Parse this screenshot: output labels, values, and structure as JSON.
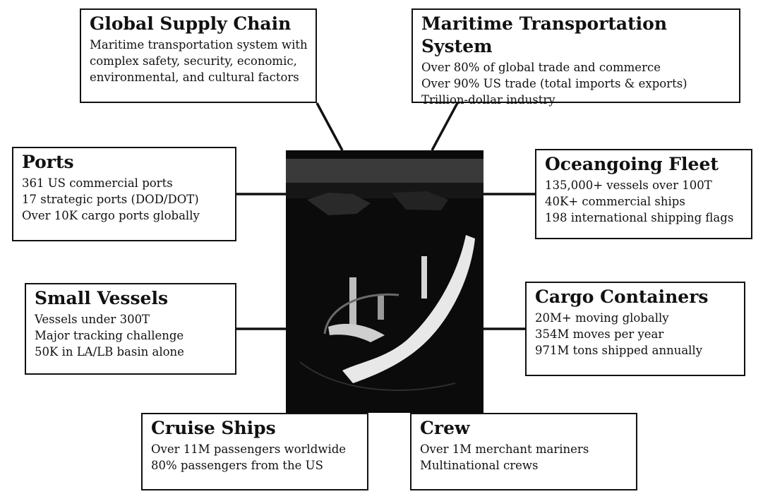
{
  "boxes": {
    "global_supply_chain": {
      "title": "Global Supply Chain",
      "lines": [
        "Maritime transportation system with",
        "complex safety, security, economic,",
        "environmental, and cultural factors"
      ]
    },
    "maritime_transportation_system": {
      "title": "Maritime Transportation System",
      "lines": [
        "Over 80% of global trade and commerce",
        "Over 90% US trade (total imports & exports)",
        "Trillion-dollar industry"
      ]
    },
    "ports": {
      "title": "Ports",
      "lines": [
        "361 US commercial ports",
        "17 strategic ports (DOD/DOT)",
        "Over 10K cargo ports globally"
      ]
    },
    "oceangoing_fleet": {
      "title": "Oceangoing Fleet",
      "lines": [
        "135,000+ vessels over 100T",
        "40K+ commercial ships",
        "198 international shipping flags"
      ]
    },
    "small_vessels": {
      "title": "Small Vessels",
      "lines": [
        "Vessels under 300T",
        "Major tracking challenge",
        "50K in LA/LB basin alone"
      ]
    },
    "cargo_containers": {
      "title": "Cargo Containers",
      "lines": [
        "20M+ moving globally",
        "354M moves per year",
        "971M tons shipped annually"
      ]
    },
    "cruise_ships": {
      "title": "Cruise Ships",
      "lines": [
        "Over 11M passengers worldwide",
        "80% passengers from the US"
      ]
    },
    "crew": {
      "title": "Crew",
      "lines": [
        "Over 1M merchant mariners",
        "Multinational crews"
      ]
    }
  },
  "colors": {
    "line": "#111111",
    "photo_bg": "#0c0c0c"
  }
}
